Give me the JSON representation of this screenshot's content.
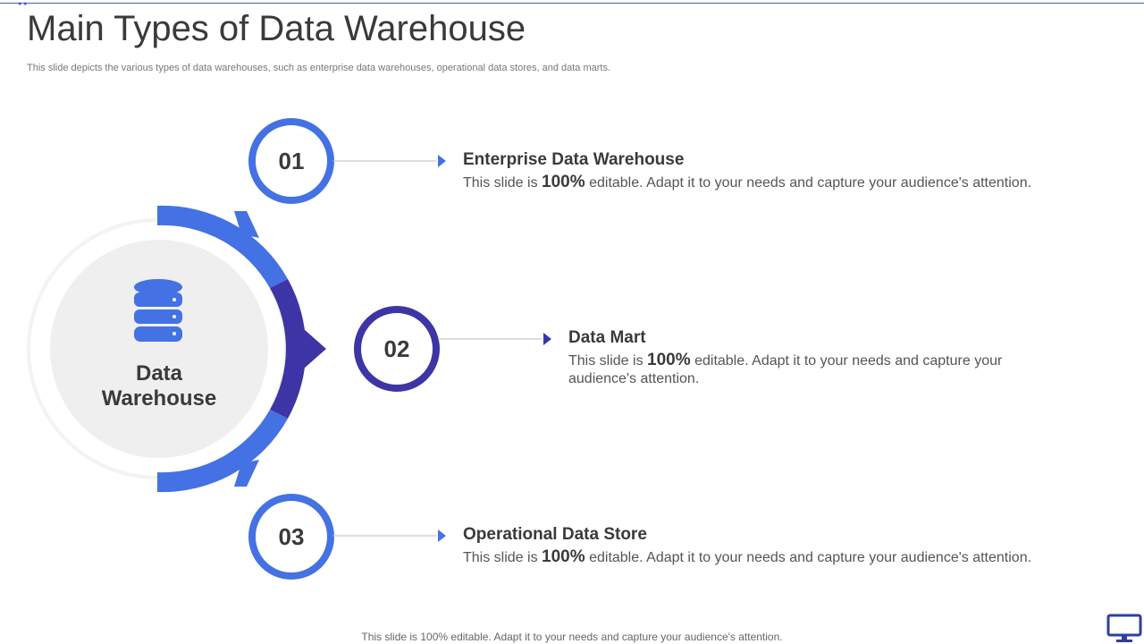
{
  "slide": {
    "title": "Main Types of Data Warehouse",
    "subtitle": "This slide depicts the various types of data warehouses, such as enterprise data warehouses, operational data stores, and data marts.",
    "footer": "This slide is 100% editable. Adapt it to your needs and capture your audience's attention."
  },
  "center": {
    "label_line1": "Data",
    "label_line2": "Warehouse",
    "icon": "database-icon"
  },
  "items": [
    {
      "number": "01",
      "title": "Enterprise Data Warehouse",
      "desc_pre": "This slide is ",
      "desc_pct": "100%",
      "desc_post": " editable. Adapt it to your needs and capture your audience's attention."
    },
    {
      "number": "02",
      "title": "Data Mart",
      "desc_pre": "This slide is ",
      "desc_pct": "100%",
      "desc_post": " editable. Adapt it to your needs and capture your audience's attention."
    },
    {
      "number": "03",
      "title": "Operational Data Store",
      "desc_pre": "This slide is ",
      "desc_pct": "100%",
      "desc_post": " editable. Adapt it to your needs and capture your audience's attention."
    }
  ],
  "colors": {
    "accent_blue": "#4472e4",
    "accent_purple": "#3d35a5",
    "center_fill": "#efefef",
    "connector": "#b7bccc"
  },
  "icons": [
    "database-icon",
    "monitor-icon",
    "arrow-right-icon"
  ]
}
